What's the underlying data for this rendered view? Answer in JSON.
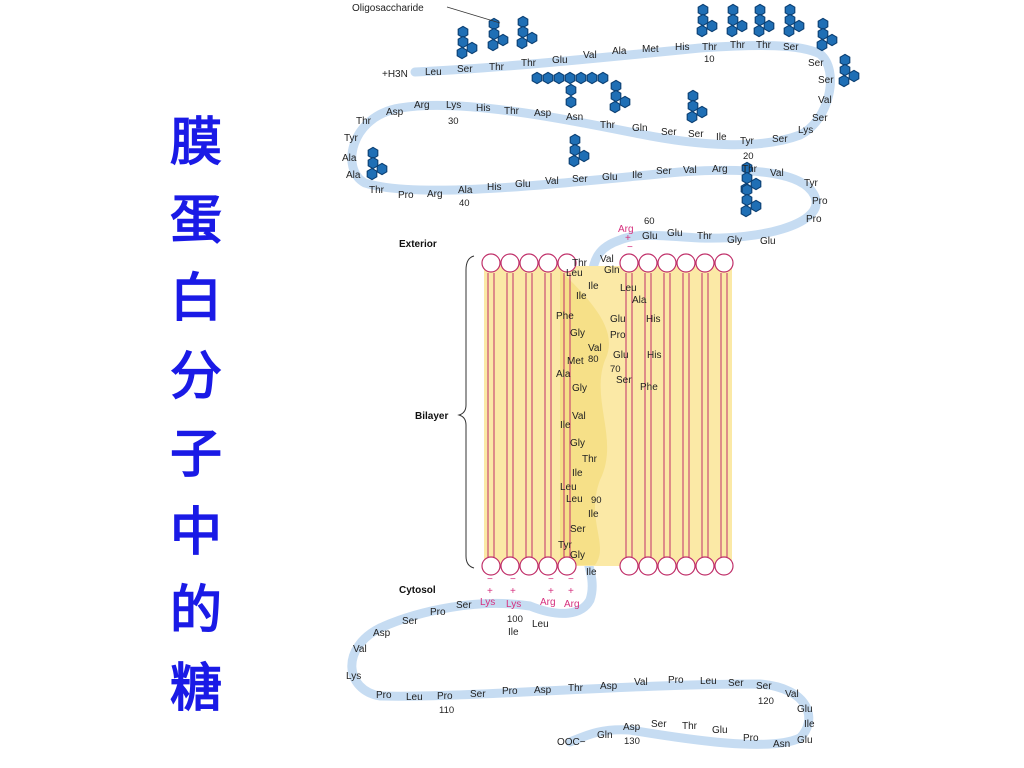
{
  "title_chars": [
    "膜",
    "蛋",
    "白",
    "分",
    "子",
    "中",
    "的",
    "糖"
  ],
  "labels": {
    "oligosaccharide": "Oligosaccharide",
    "exterior": "Exterior",
    "bilayer": "Bilayer",
    "cytosol": "Cytosol",
    "n_terminus": "+H3N",
    "c_terminus": "OOC−"
  },
  "colors": {
    "title": "#1a1ae6",
    "chain": "#c6dcf2",
    "sugar": "#1f6fb5",
    "bilayer": "#fbe9a6",
    "lipid": "#c0306a",
    "charge": "#d6307e"
  },
  "residues": {
    "upper_row": [
      "Leu",
      "Ser",
      "Thr",
      "Thr",
      "Glu",
      "Val",
      "Ala",
      "Met",
      "His",
      "Thr",
      "Thr",
      "Thr",
      "Ser"
    ],
    "right_top": [
      "Ser",
      "Ser",
      "Val",
      "Ser",
      "Lys"
    ],
    "row2": [
      "Thr",
      "Asp",
      "Arg",
      "Lys",
      "His",
      "Thr",
      "Asp",
      "Asn",
      "Thr",
      "Gln",
      "Ser",
      "Ser",
      "Ile",
      "Tyr",
      "Ser"
    ],
    "left_turn": [
      "Tyr",
      "Ala",
      "Ala"
    ],
    "row3": [
      "Thr",
      "Pro",
      "Arg",
      "Ala",
      "His",
      "Glu",
      "Val",
      "Ser",
      "Glu",
      "Ile",
      "Ser",
      "Val",
      "Arg",
      "Thr",
      "Val",
      "Tyr"
    ],
    "right_turn2": [
      "Pro",
      "Pro"
    ],
    "row4": [
      "Glu",
      "Glu",
      "Thr",
      "Gly",
      "Glu"
    ],
    "arg_exterior": "Arg",
    "transmembrane": [
      "Val",
      "Thr",
      "Gln",
      "Leu",
      "Ile",
      "Leu",
      "Ile",
      "Ala",
      "Phe",
      "Glu",
      "His",
      "Gly",
      "Pro",
      "Val",
      "Met",
      "Glu",
      "His",
      "Ala",
      "Ser",
      "Phe",
      "Gly",
      "Val",
      "Ile",
      "Gly",
      "Thr",
      "Ile",
      "Leu",
      "Leu",
      "Ile",
      "Ser",
      "Tyr",
      "Gly",
      "Ile"
    ],
    "cytosolic_charged": [
      "Lys",
      "Lys",
      "Arg",
      "Arg"
    ],
    "cyto_near": [
      "Ile",
      "Leu"
    ],
    "cyto_row1": [
      "Ser",
      "Pro",
      "Ser",
      "Asp",
      "Val",
      "Lys"
    ],
    "cyto_row2": [
      "Pro",
      "Leu",
      "Pro",
      "Ser",
      "Pro",
      "Asp",
      "Thr",
      "Asp",
      "Val",
      "Pro",
      "Leu",
      "Ser",
      "Ser",
      "Val"
    ],
    "cyto_right": [
      "Glu",
      "Ile",
      "Glu"
    ],
    "cyto_row3": [
      "Gln",
      "Asp",
      "Ser",
      "Thr",
      "Glu",
      "Pro",
      "Asn"
    ]
  },
  "numbers": [
    "10",
    "20",
    "30",
    "40",
    "60",
    "70",
    "80",
    "90",
    "100",
    "110",
    "120",
    "130"
  ]
}
